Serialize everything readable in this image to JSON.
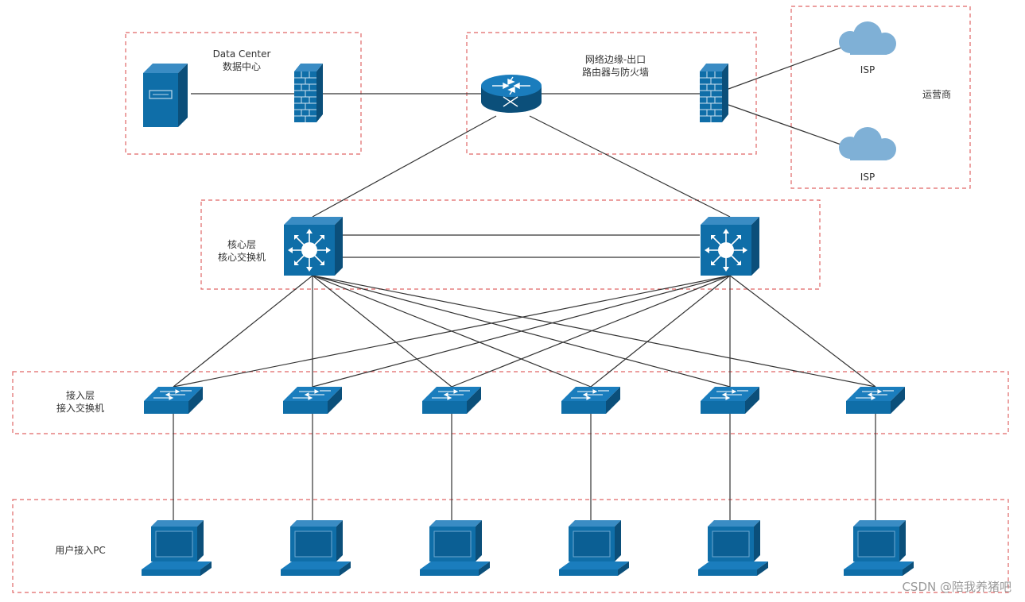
{
  "colors": {
    "zone_border": "#e06666",
    "device_blue": "#0f6ea8",
    "device_dark": "#0b4f7a",
    "device_light": "#3a8cc4",
    "cloud": "#7fb0d6",
    "link": "#333333"
  },
  "zones": {
    "data_center": {
      "title": "Data Center",
      "subtitle": "数据中心"
    },
    "edge": {
      "title": "网络边缘-出口",
      "subtitle": "路由器与防火墙"
    },
    "carrier": {
      "title": "运营商"
    },
    "core": {
      "title": "核心层",
      "subtitle": "核心交换机"
    },
    "access": {
      "title": "接入层",
      "subtitle": "接入交换机"
    },
    "users": {
      "title": "用户接入PC"
    }
  },
  "isp": {
    "top_label": "ISP",
    "bottom_label": "ISP"
  },
  "icons": {
    "server": "server-icon",
    "firewall": "firewall-icon",
    "router": "router-icon",
    "cloud": "cloud-icon",
    "core_switch": "core-switch-icon",
    "access_switch": "access-switch-icon",
    "pc": "pc-icon"
  },
  "access_switch_count": 6,
  "pc_count": 6,
  "watermark": "CSDN @陪我养猪吧"
}
